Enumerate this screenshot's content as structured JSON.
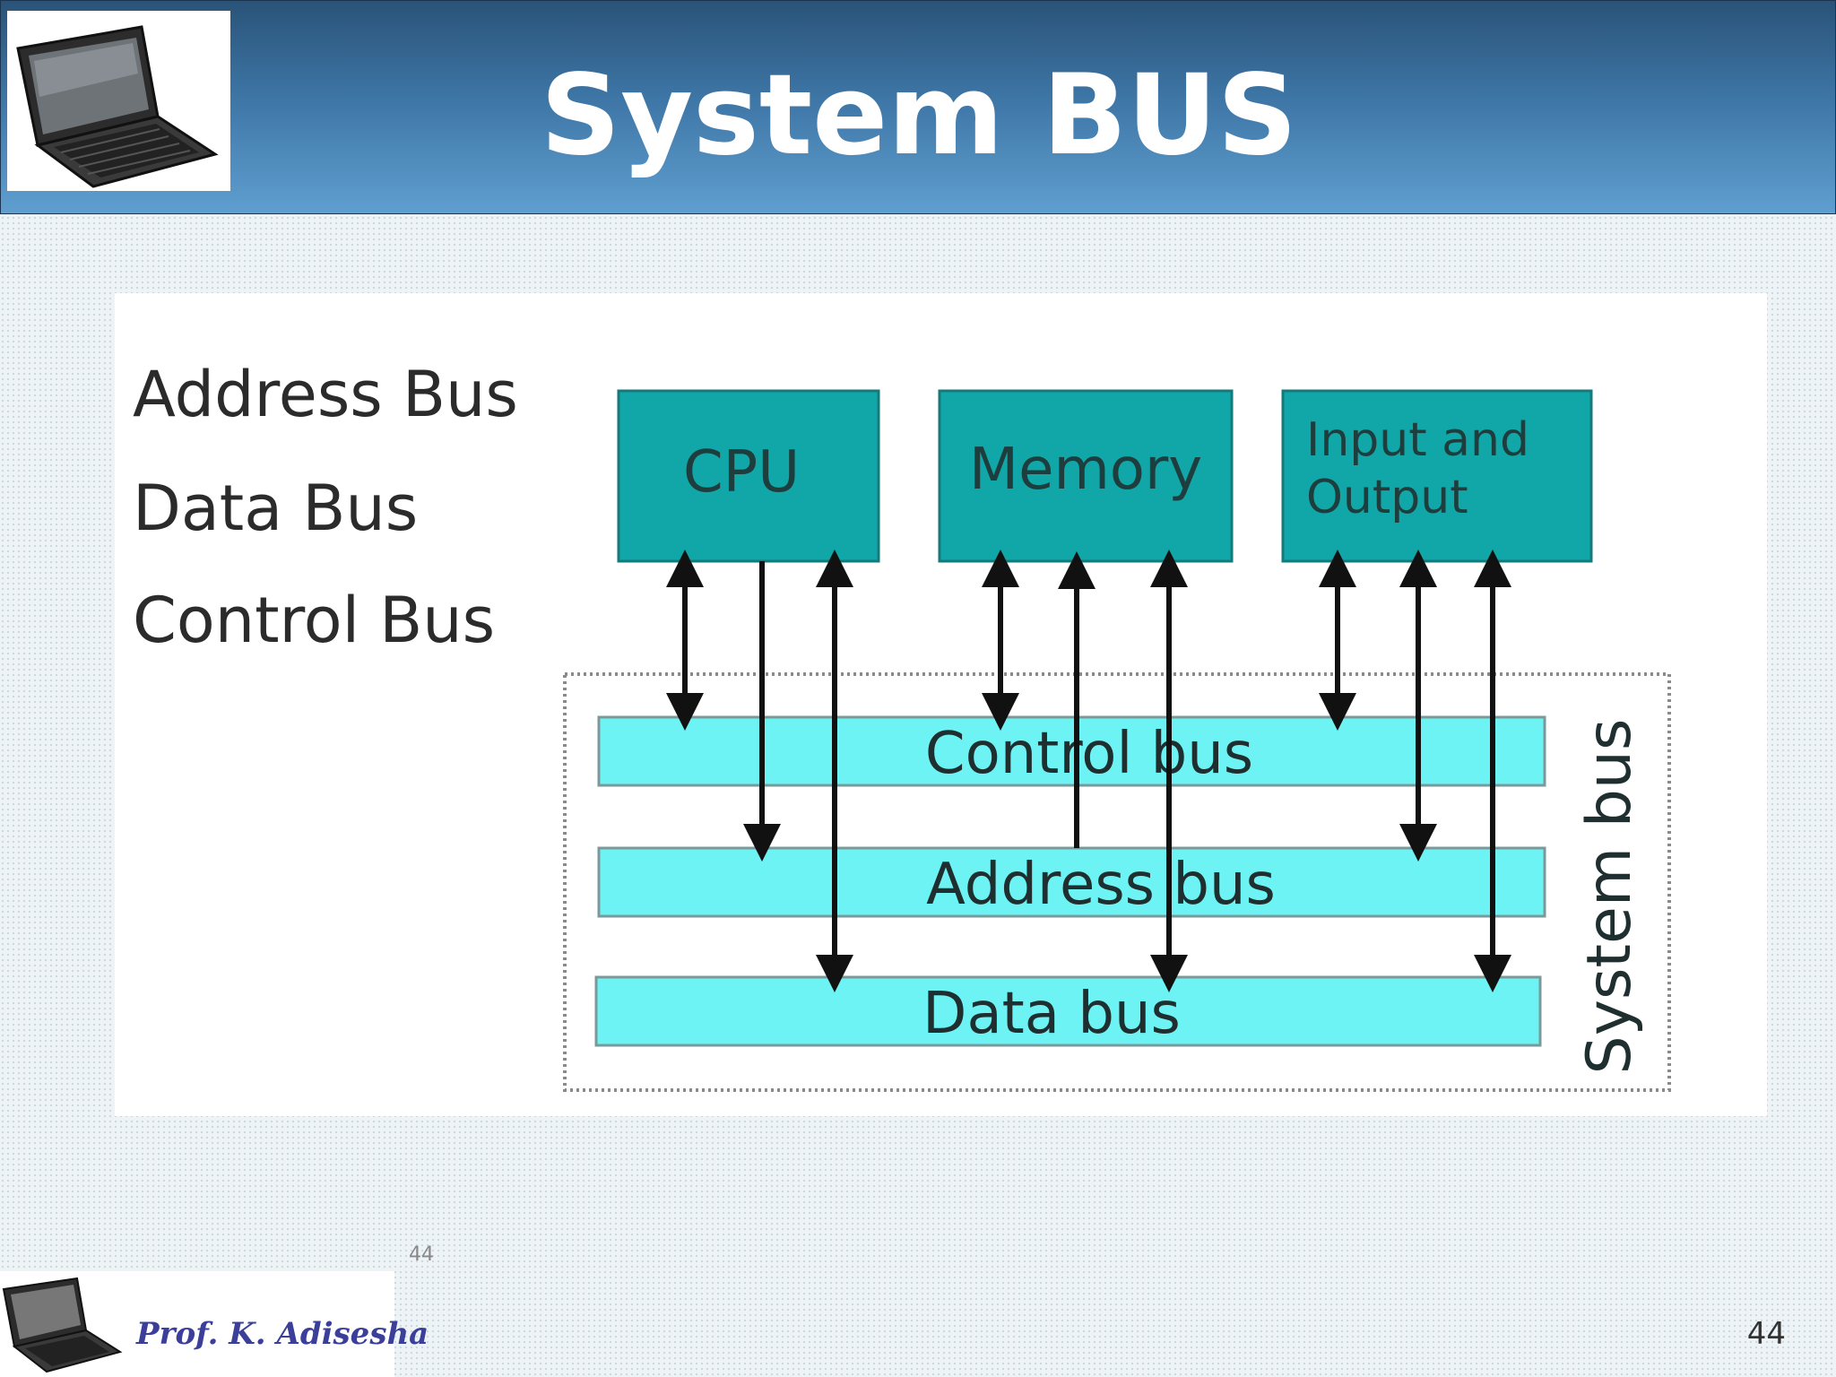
{
  "slide": {
    "title": "System BUS",
    "left_labels": [
      "Address Bus",
      "Data Bus",
      "Control Bus"
    ],
    "footer_author": "Prof. K. Adisesha",
    "small_number": "44",
    "page_number": "44"
  },
  "diagram": {
    "components": [
      "CPU",
      "Memory",
      "Input and",
      "Output"
    ],
    "buses": [
      "Control bus",
      "Address bus",
      "Data bus"
    ],
    "group_label": "System bus",
    "colors": {
      "component_fill": "#11a7a9",
      "bus_fill": "#6ef3f5",
      "arrow": "#111111"
    }
  }
}
